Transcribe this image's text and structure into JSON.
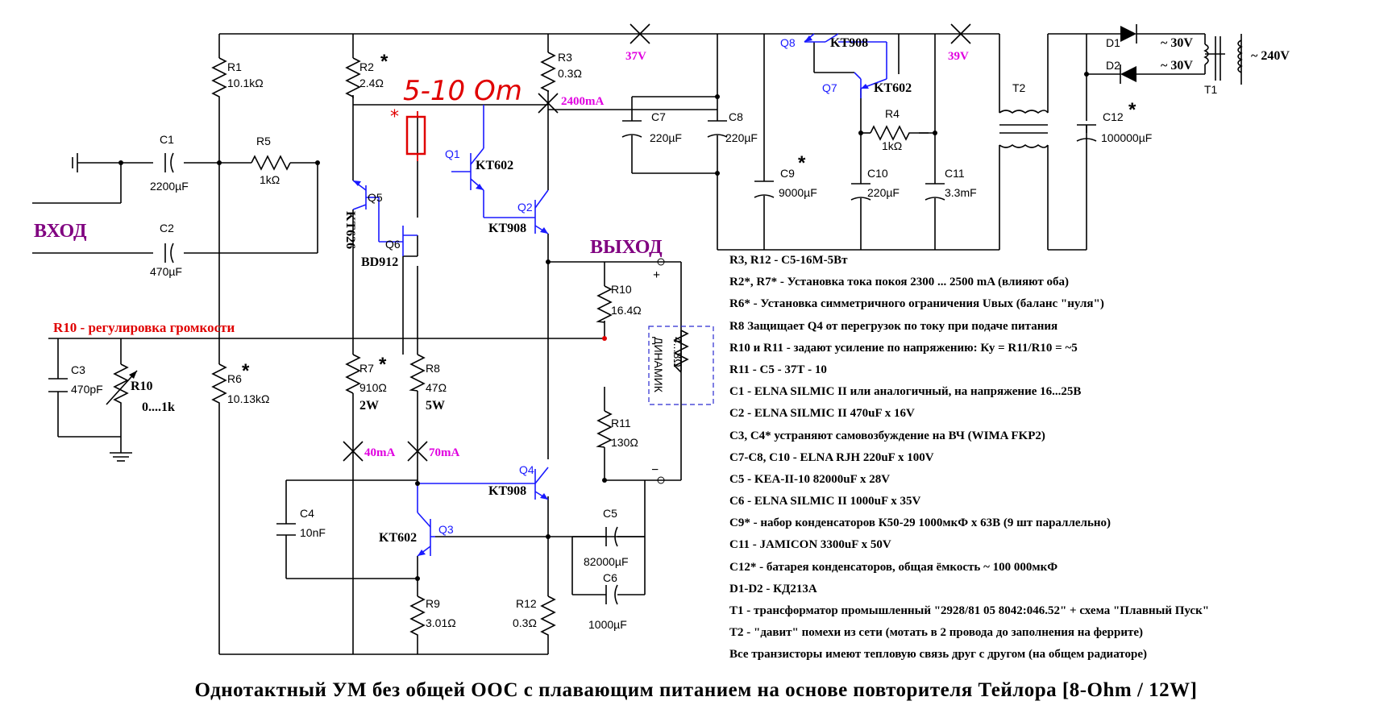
{
  "labels": {
    "R1": "R1",
    "R1_val": "10.1kΩ",
    "R2": "R2",
    "R2_val": "2.4Ω",
    "R3": "R3",
    "R3_val": "0.3Ω",
    "R4": "R4",
    "R4_val": "1kΩ",
    "R5": "R5",
    "R5_val": "1kΩ",
    "R6": "R6",
    "R6_val": "10.13kΩ",
    "R7": "R7",
    "R7_val": "910Ω",
    "R7_pow": "2W",
    "R8": "R8",
    "R8_val": "47Ω",
    "R8_pow": "5W",
    "R9": "R9",
    "R9_val": "3.01Ω",
    "R10": "R10",
    "R10_val": "16.4Ω",
    "R10pot": "R10",
    "R10pot_val": "0....1k",
    "R11": "R11",
    "R11_val": "130Ω",
    "R12": "R12",
    "R12_val": "0.3Ω",
    "C1": "C1",
    "C1_val": "2200µF",
    "C2": "C2",
    "C2_val": "470µF",
    "C3": "C3",
    "C3_val": "470pF",
    "C4": "C4",
    "C4_val": "10nF",
    "C5": "C5",
    "C5_val": "82000µF",
    "C6": "C6",
    "C6_val": "1000µF",
    "C7": "C7",
    "C7_val": "220µF",
    "C8": "C8",
    "C8_val": "220µF",
    "C9": "C9",
    "C9_val": "9000µF",
    "C10": "C10",
    "C10_val": "220µF",
    "C11": "C11",
    "C11_val": "3.3mF",
    "C12": "C12",
    "C12_val": "100000µF",
    "Q1": "Q1",
    "Q1_type": "KT602",
    "Q2": "Q2",
    "Q2_type": "KT908",
    "Q3": "Q3",
    "Q3_type": "KT602",
    "Q4": "Q4",
    "Q4_type": "KT908",
    "Q5": "Q5",
    "Q5_type": "KT626",
    "Q6": "Q6",
    "Q6_type": "BD912",
    "Q7": "Q7",
    "Q7_type": "KT602",
    "Q8": "Q8",
    "Q8_type": "KT908",
    "D1": "D1",
    "D2": "D2",
    "T1": "T1",
    "T2": "T2",
    "sec1": "~ 30V",
    "sec2": "~ 30V",
    "mains": "~ 240V",
    "v37": "37V",
    "v39": "39V",
    "i2400": "2400mA",
    "i40": "40mA",
    "i70": "70mA",
    "handwritten": "5-10 Om",
    "hand_star": "*",
    "input": "ВХОД",
    "output": "ВЫХОД",
    "speaker": "ДИНАМИК",
    "speaker_imp": "4...8Ω",
    "plus": "+",
    "minus": "−",
    "volume": "R10 - регулировка громкости",
    "star": "*"
  },
  "notes": [
    "R3, R12 - С5-16М-5Вт",
    "R2*, R7* - Установка тока покоя 2300 ... 2500 mA (влияют оба)",
    "R6* - Установка симметричного ограничения Uвых (баланс \"нуля\")",
    "R8  Защищает Q4 от перегрузок по току при подаче питания",
    "R10 и R11 - задают усиление по напряжению: Ку = R11/R10 = ~5",
    "R11 - С5 - 37Т - 10",
    "C1 - ELNA SILMIC II или аналогичный, на напряжение 16...25В",
    "C2 - ELNA SILMIC II 470uF x 16V",
    "C3, C4*  устраняют самовозбуждение на ВЧ (WIMA FKP2)",
    "C7-C8, C10 - ELNA RJH 220uF x 100V",
    "C5 - KEA-II-10 82000uF x 28V",
    "C6 - ELNA SILMIC II 1000uF x 35V",
    "C9* - набор конденсаторов К50-29 1000мкФ х 63В (9 шт параллельно)",
    "C11 - JAMICON 3300uF x 50V",
    "C12*  - батарея конденсаторов, общая ёмкость ~ 100 000мкФ",
    "D1-D2 - КД213А",
    "T1 - трансформатор промышленный \"2928/81 05 8042:046.52\" + схема \"Плавный Пуск\"",
    "T2 - \"давит\" помехи из сети (мотать в 2 провода до заполнения на феррите)",
    "Все транзисторы имеют тепловую связь друг с другом (на общем радиаторе)"
  ],
  "caption": "Однотактный УМ без общей ООС с плавающим питанием на основе повторителя Тейлора [8-Ohm / 12W]",
  "colors": {
    "wire": "#000000",
    "transistor": "#1a1aff",
    "annotation_red": "#e00000",
    "current_magenta": "#e000e0",
    "io_purple": "#800080"
  }
}
